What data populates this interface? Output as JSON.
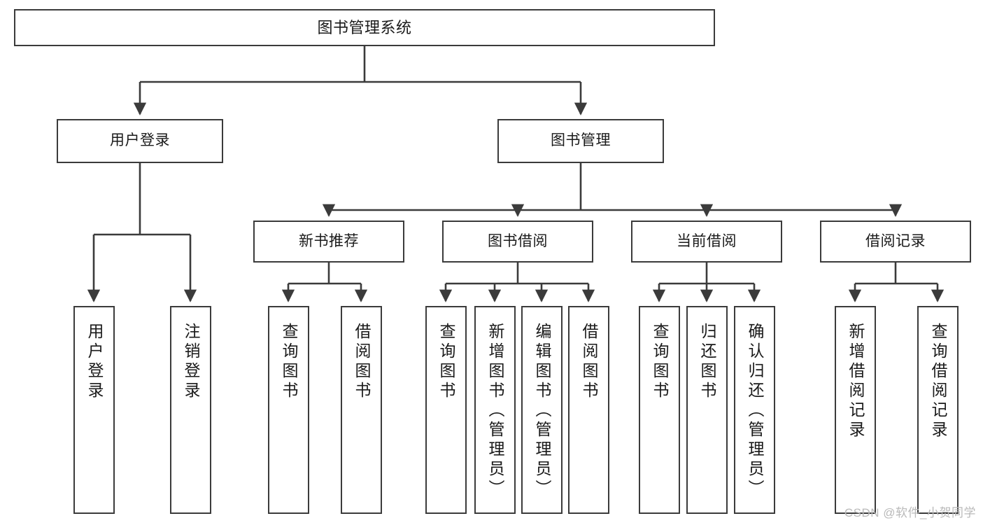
{
  "diagram": {
    "title_node": {
      "label": "图书管理系统"
    },
    "level1": [
      {
        "label": "用户登录"
      },
      {
        "label": "图书管理"
      }
    ],
    "level2": [
      {
        "label": "新书推荐"
      },
      {
        "label": "图书借阅"
      },
      {
        "label": "当前借阅"
      },
      {
        "label": "借阅记录"
      }
    ],
    "leaves": {
      "user_login": [
        {
          "label": "用户登录"
        },
        {
          "label": "注销登录"
        }
      ],
      "new_book_recommend": [
        {
          "label": "查询图书"
        },
        {
          "label": "借阅图书"
        }
      ],
      "book_borrow": [
        {
          "label": "查询图书"
        },
        {
          "label": "新增图书（管理员）"
        },
        {
          "label": "编辑图书（管理员）"
        },
        {
          "label": "借阅图书"
        }
      ],
      "current_borrow": [
        {
          "label": "查询图书"
        },
        {
          "label": "归还图书"
        },
        {
          "label": "确认归还（管理员）"
        }
      ],
      "borrow_record": [
        {
          "label": "新增借阅记录"
        },
        {
          "label": "查询借阅记录"
        }
      ]
    },
    "watermark": "CSDN @软件_小贺同学",
    "colors": {
      "border": "#3b3b3b",
      "background": "#ffffff",
      "text": "#1a1a1a",
      "connector": "#3b3b3b",
      "watermark": "#b9b9b9"
    }
  }
}
